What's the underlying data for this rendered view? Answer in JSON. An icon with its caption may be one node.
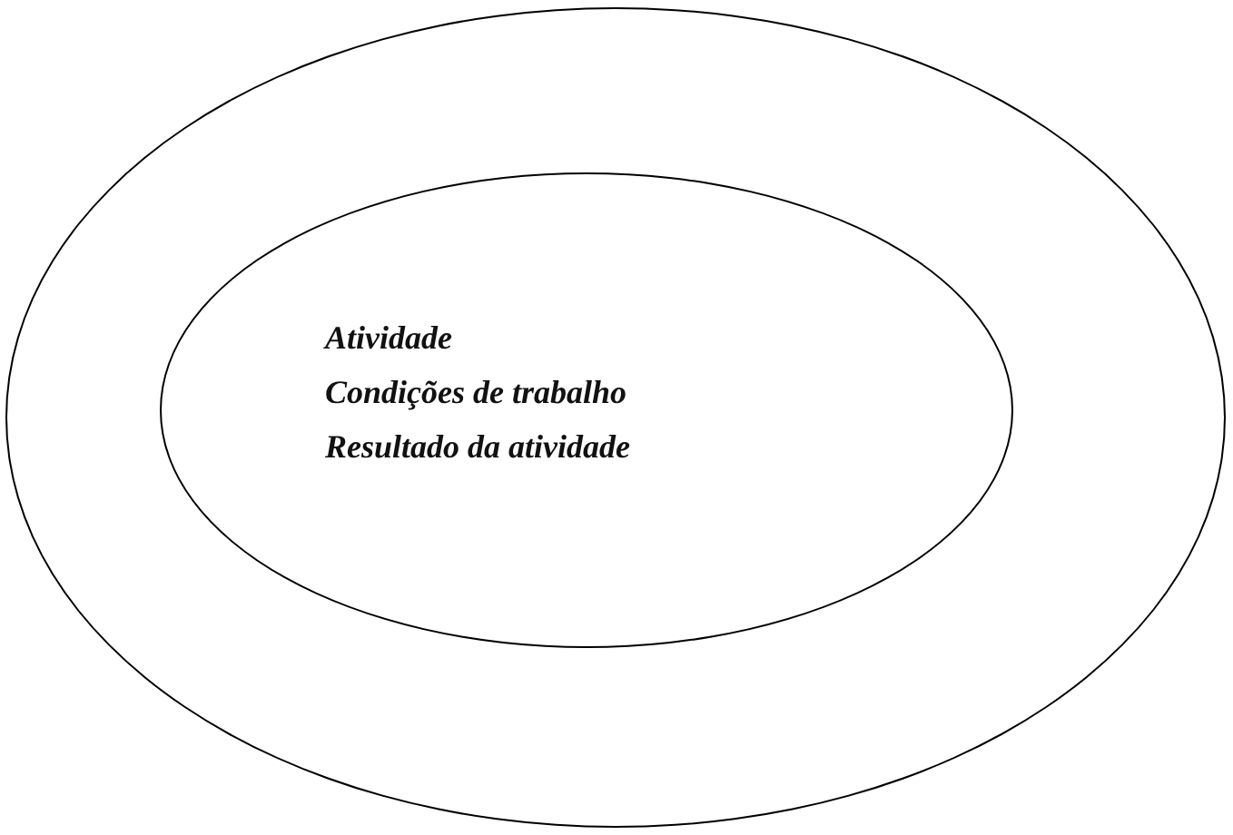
{
  "diagram": {
    "nodes": [
      {
        "text": [],
        "shape": "ellipse"
      },
      {
        "text": [
          "Atividade",
          "Condições de trabalho",
          "Resultado da atividade"
        ],
        "in": 0
      }
    ]
  }
}
